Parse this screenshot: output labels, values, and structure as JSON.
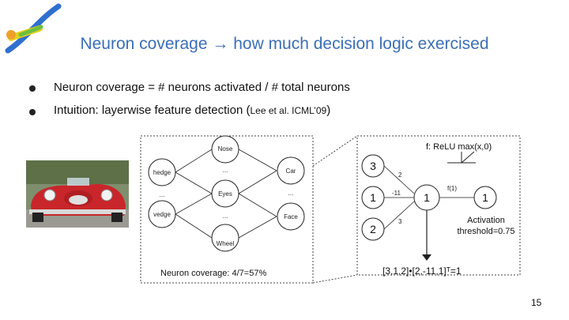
{
  "colors": {
    "title": "#3b6fb6",
    "logo_blue": "#2f6fcf",
    "logo_yellow": "#e6d21e",
    "logo_green": "#6fbf3f",
    "logo_orange": "#f0a02a",
    "car_red": "#c8262a"
  },
  "title": "Neuron coverage → how much decision logic exercised",
  "bullets": [
    {
      "text": "Neuron coverage = # neurons activated / # total neurons",
      "cite": ""
    },
    {
      "text": "Intuition: layerwise feature detection (",
      "cite": "Lee et al. ICML’09",
      "suffix": ")"
    }
  ],
  "network": {
    "layer1": [
      "hedge",
      "...",
      "vedge"
    ],
    "layer2": [
      "Nose",
      "...",
      "Eyes",
      "...",
      "Wheel"
    ],
    "layer3": [
      "Car",
      "...",
      "Face"
    ]
  },
  "coverage_text": "Neuron coverage: 4/7=57%",
  "relu": {
    "title": "f: ReLU max(x,0)",
    "inputs": [
      "3",
      "1",
      "2"
    ],
    "weights": [
      "2",
      "-11",
      "3"
    ],
    "sum": "1",
    "f_label": "f(1)",
    "output": "1",
    "activation_text": "Activation threshold=0.75",
    "dot_product": "[3,1,2]•[2,-11,1]ᵀ=1"
  },
  "page_number": "15",
  "icons": [
    "logo-icon",
    "car-photo",
    "bullet-dot-icon"
  ]
}
